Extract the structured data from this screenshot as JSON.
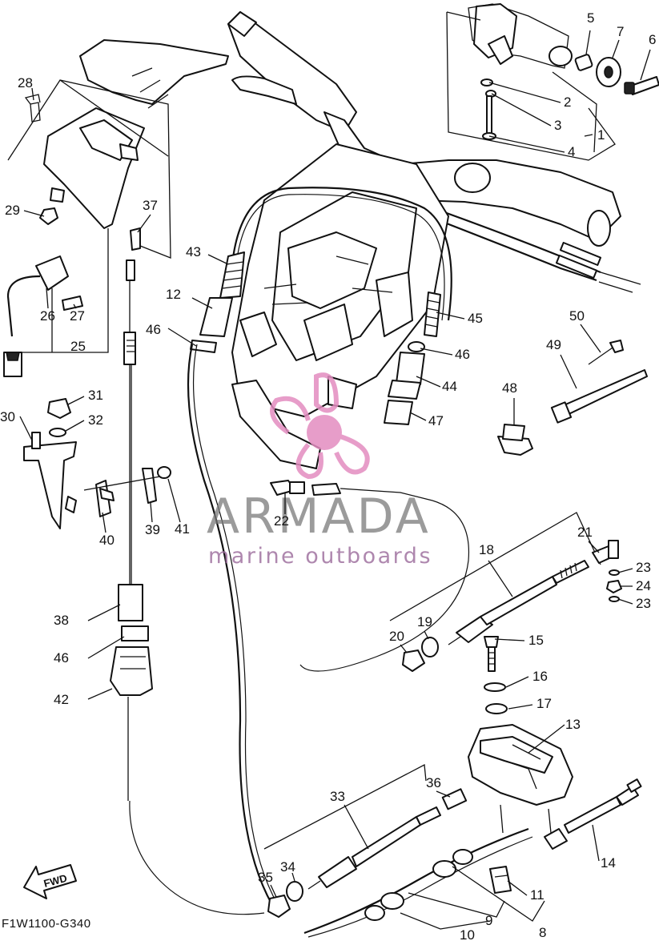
{
  "diagram_code": "F1W1100-G340",
  "direction_label": "FWD",
  "watermark": {
    "brand": "ARMADA",
    "tagline": "marine outboards",
    "logo_color": "#e38dc0"
  },
  "callouts": {
    "n1": "1",
    "n2": "2",
    "n3": "3",
    "n4": "4",
    "n5": "5",
    "n6": "6",
    "n7": "7",
    "n8": "8",
    "n9": "9",
    "n10": "10",
    "n11": "11",
    "n12": "12",
    "n13": "13",
    "n14": "14",
    "n15": "15",
    "n16": "16",
    "n17": "17",
    "n18": "18",
    "n19": "19",
    "n20": "20",
    "n21": "21",
    "n22": "22",
    "n23a": "23",
    "n23b": "23",
    "n24": "24",
    "n25": "25",
    "n26": "26",
    "n27": "27",
    "n28": "28",
    "n29": "29",
    "n30": "30",
    "n31": "31",
    "n32": "32",
    "n33": "33",
    "n34": "34",
    "n35": "35",
    "n36": "36",
    "n37": "37",
    "n38": "38",
    "n39": "39",
    "n40": "40",
    "n41": "41",
    "n42": "42",
    "n43": "43",
    "n44": "44",
    "n45": "45",
    "n46a": "46",
    "n46b": "46",
    "n46c": "46",
    "n47": "47",
    "n48": "48",
    "n49": "49",
    "n50": "50"
  }
}
